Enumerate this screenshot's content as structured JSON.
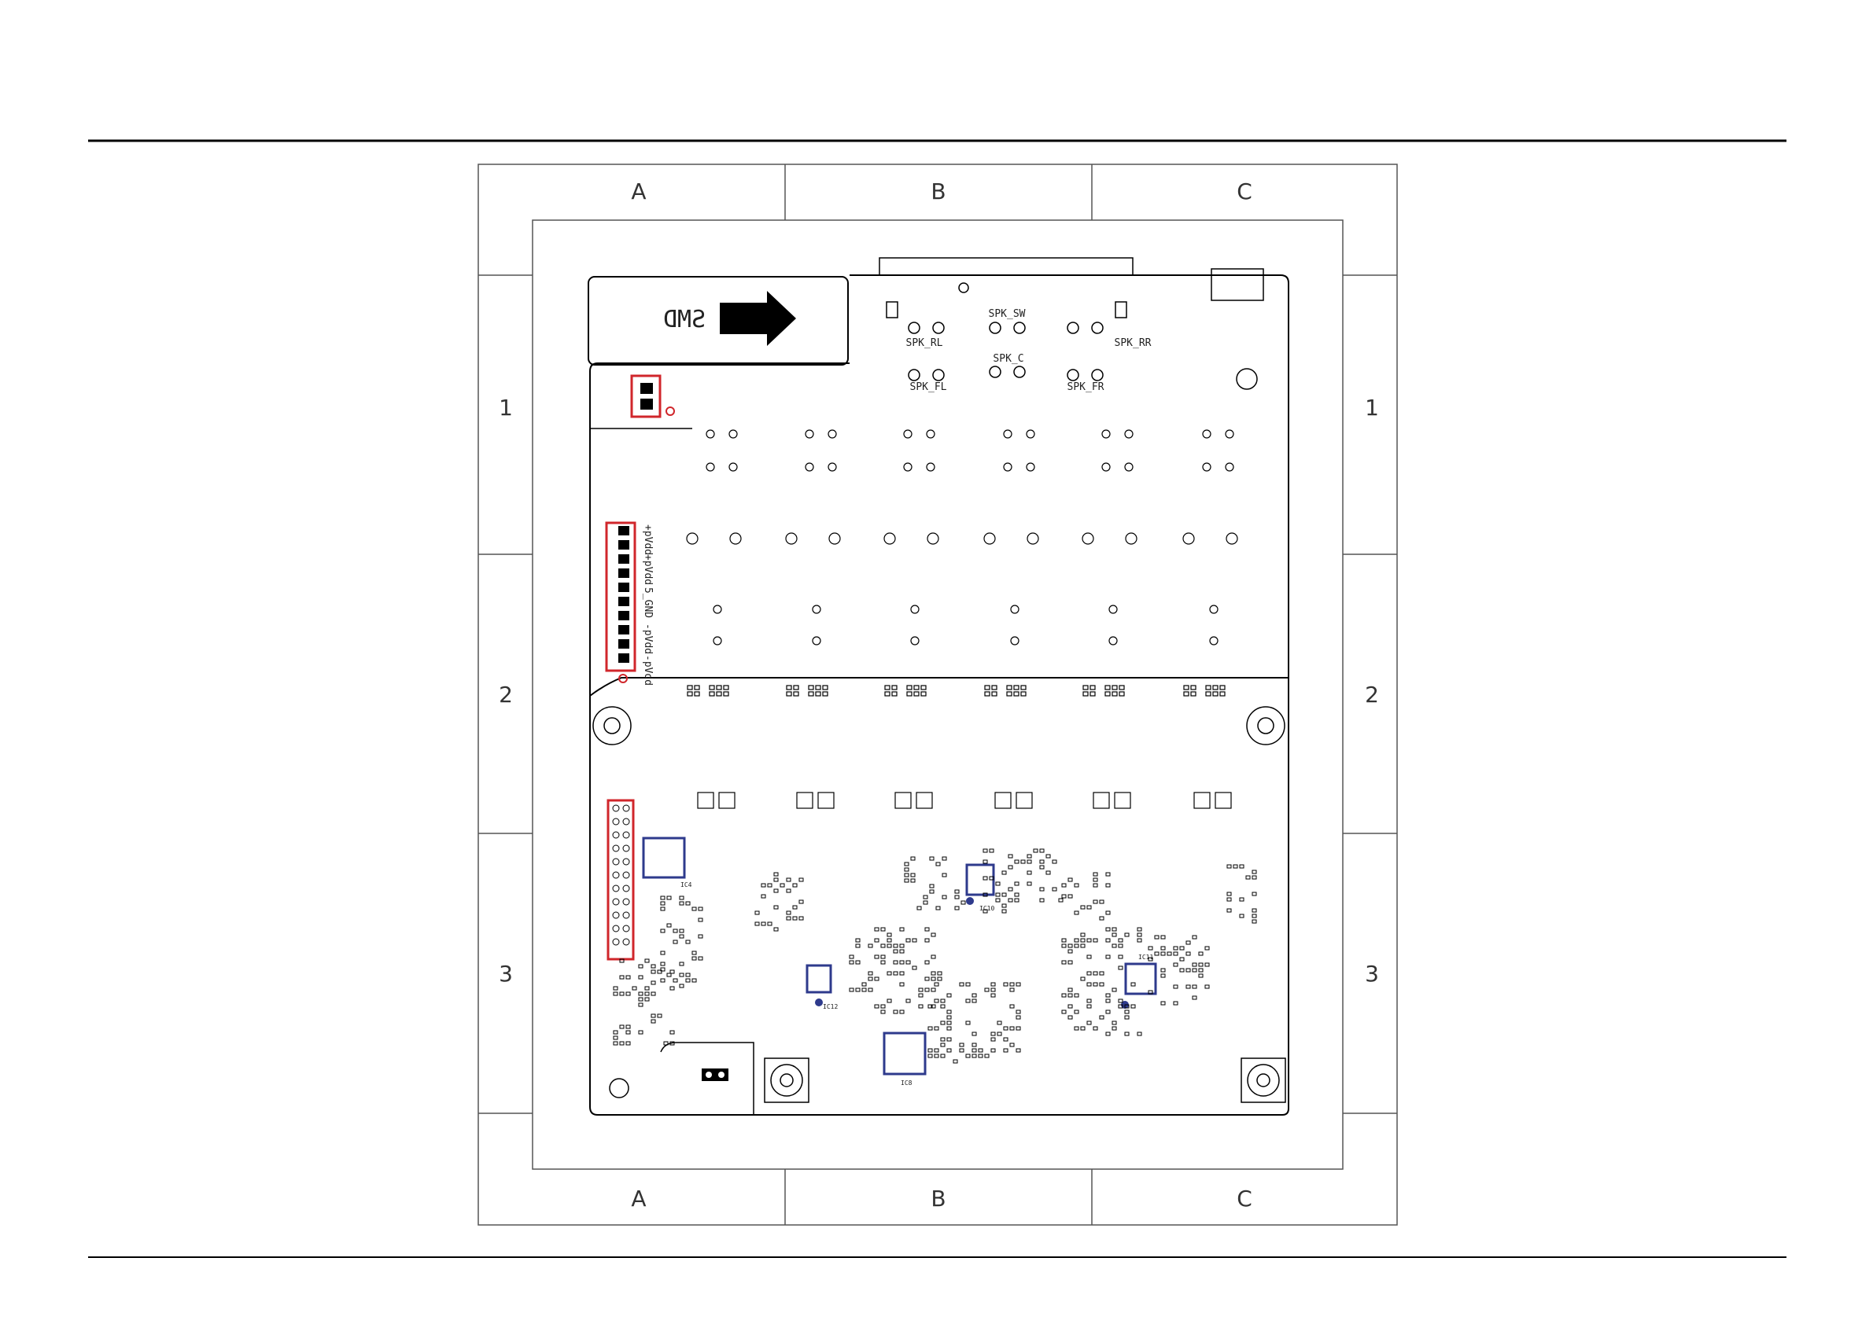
{
  "grid": {
    "columns": [
      "A",
      "B",
      "C"
    ],
    "rows": [
      "1",
      "2",
      "3"
    ]
  },
  "board": {
    "arrow_label": "SMD",
    "speaker_labels": {
      "sw": "SPK_SW",
      "rl": "SPK_RL",
      "rr": "SPK_RR",
      "c": "SPK_C",
      "fl": "SPK_FL",
      "fr": "SPK_FR"
    },
    "connector_pins": [
      "+pVdd",
      "+pVdd",
      "5_GND",
      "-pVdd",
      "-pVdd"
    ],
    "ic_labels": [
      "IC4",
      "IC10",
      "IC11",
      "IC12",
      "IC8"
    ]
  },
  "colors": {
    "line": "#000000",
    "grid": "#555555",
    "highlight_red": "#d0262b",
    "highlight_blue": "#2e3a8c"
  }
}
